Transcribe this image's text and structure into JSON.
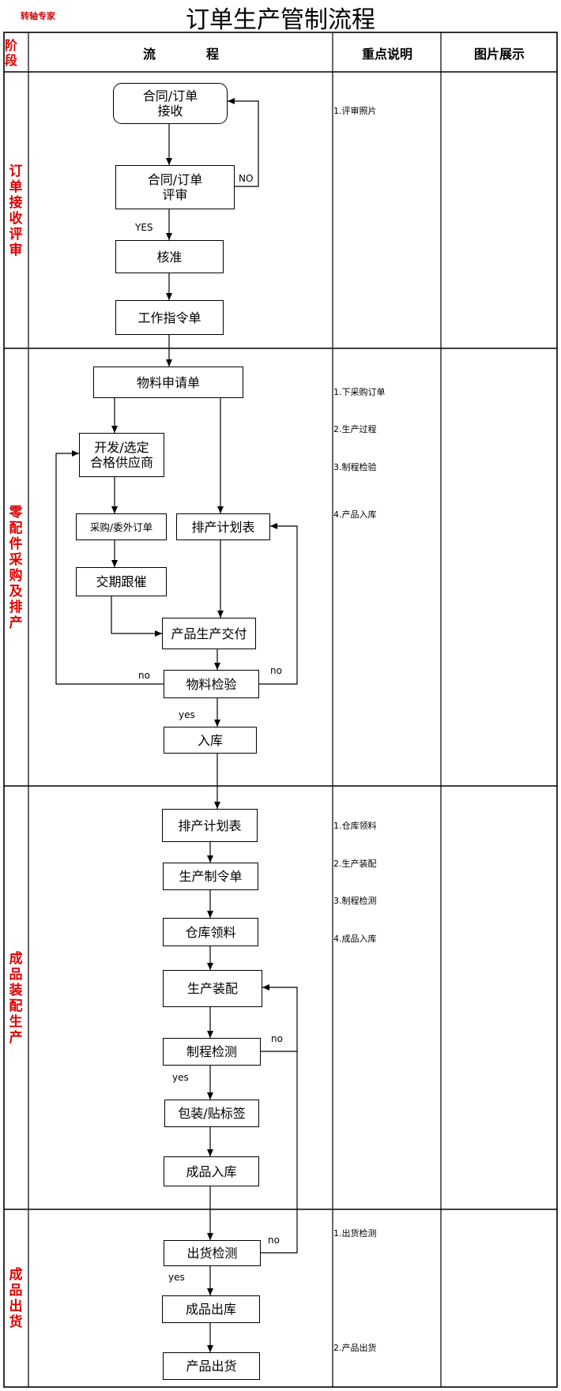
{
  "logo": "转轴专家",
  "title": "订单生产管制流程",
  "headers": {
    "stage": "阶段",
    "flow": "流　　　　程",
    "notes": "重点说明",
    "pictures": "图片展示"
  },
  "stages": [
    "订单接收评审",
    "零配件采购及排产",
    "成品装配生产",
    "成品出货"
  ],
  "nodes": {
    "contract_receive": "合同/订单\n接收",
    "contract_review": "合同/订单\n评审",
    "approve": "核准",
    "work_order": "工作指令单",
    "material_request": "物料申请单",
    "supplier": "开发/选定\n合格供应商",
    "purchase_order": "采购/委外订单",
    "schedule_1": "排产计划表",
    "delivery_follow": "交期跟催",
    "product_delivery": "产品生产交付",
    "material_inspect": "物料检验",
    "warehouse_in": "入库",
    "schedule_2": "排产计划表",
    "production_order": "生产制令单",
    "warehouse_pick": "仓库领料",
    "assembly": "生产装配",
    "process_inspect": "制程检测",
    "packaging": "包装/贴标签",
    "finished_in": "成品入库",
    "shipment_inspect": "出货检测",
    "finished_out": "成品出库",
    "product_ship": "产品出货"
  },
  "labels": {
    "no_review": "NO",
    "yes_review": "YES",
    "no_material_left": "no",
    "no_material_right": "no",
    "yes_material": "yes",
    "no_process": "no",
    "yes_process": "yes",
    "no_shipment": "no",
    "yes_shipment": "yes"
  },
  "notes": {
    "stage1": [
      "1.评审照片"
    ],
    "stage2": [
      "1.下采购订单",
      "2.生产过程",
      "3.制程检验",
      "4.产品入库"
    ],
    "stage3": [
      "1.仓库领料",
      "2.生产装配",
      "3.制程检测",
      "4.成品入库"
    ],
    "stage4": [
      "1.出货检测",
      "2.产品出货"
    ]
  },
  "colors": {
    "stage_text": "#e00000",
    "logo": "#d00000",
    "line": "#000000"
  }
}
